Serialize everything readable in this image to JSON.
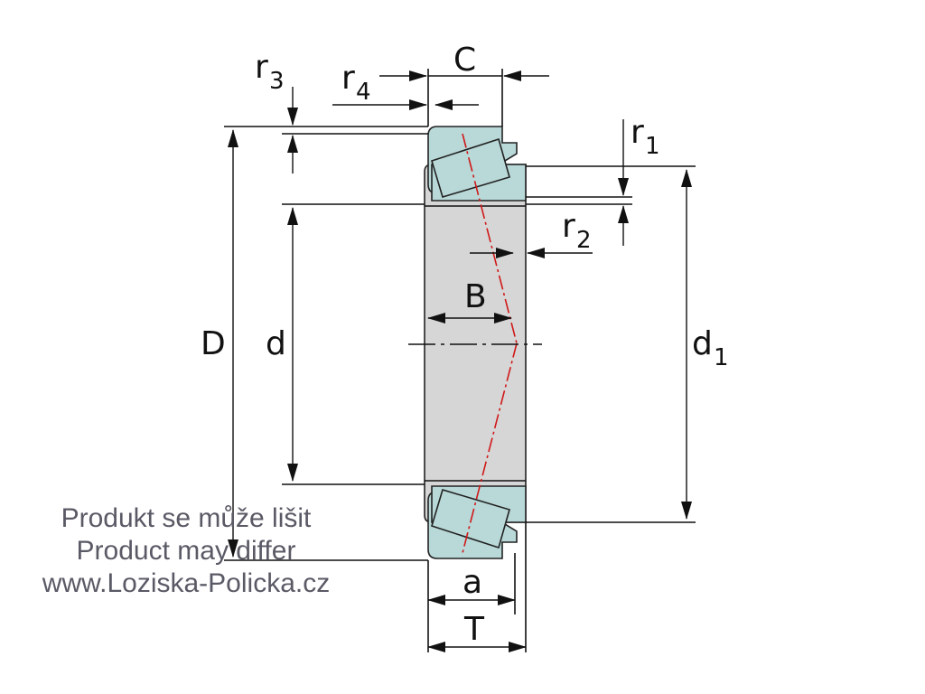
{
  "colors": {
    "ring_fill": "#d6d6d6",
    "roller_fill": "#b9d8d8",
    "axis_line": "#d01818",
    "watermark_text": "#5a5a66"
  },
  "labels": {
    "C": "C",
    "r3": "r",
    "r3_sub": "3",
    "r4": "r",
    "r4_sub": "4",
    "r1": "r",
    "r1_sub": "1",
    "r2": "r",
    "r2_sub": "2",
    "B": "B",
    "D": "D",
    "d": "d",
    "d1": "d",
    "d1_sub": "1",
    "a": "a",
    "T": "T"
  },
  "watermark": {
    "line1": "Produkt se může lišit",
    "line2": "Product may differ",
    "line3": "www.Loziska-Policka.cz"
  }
}
